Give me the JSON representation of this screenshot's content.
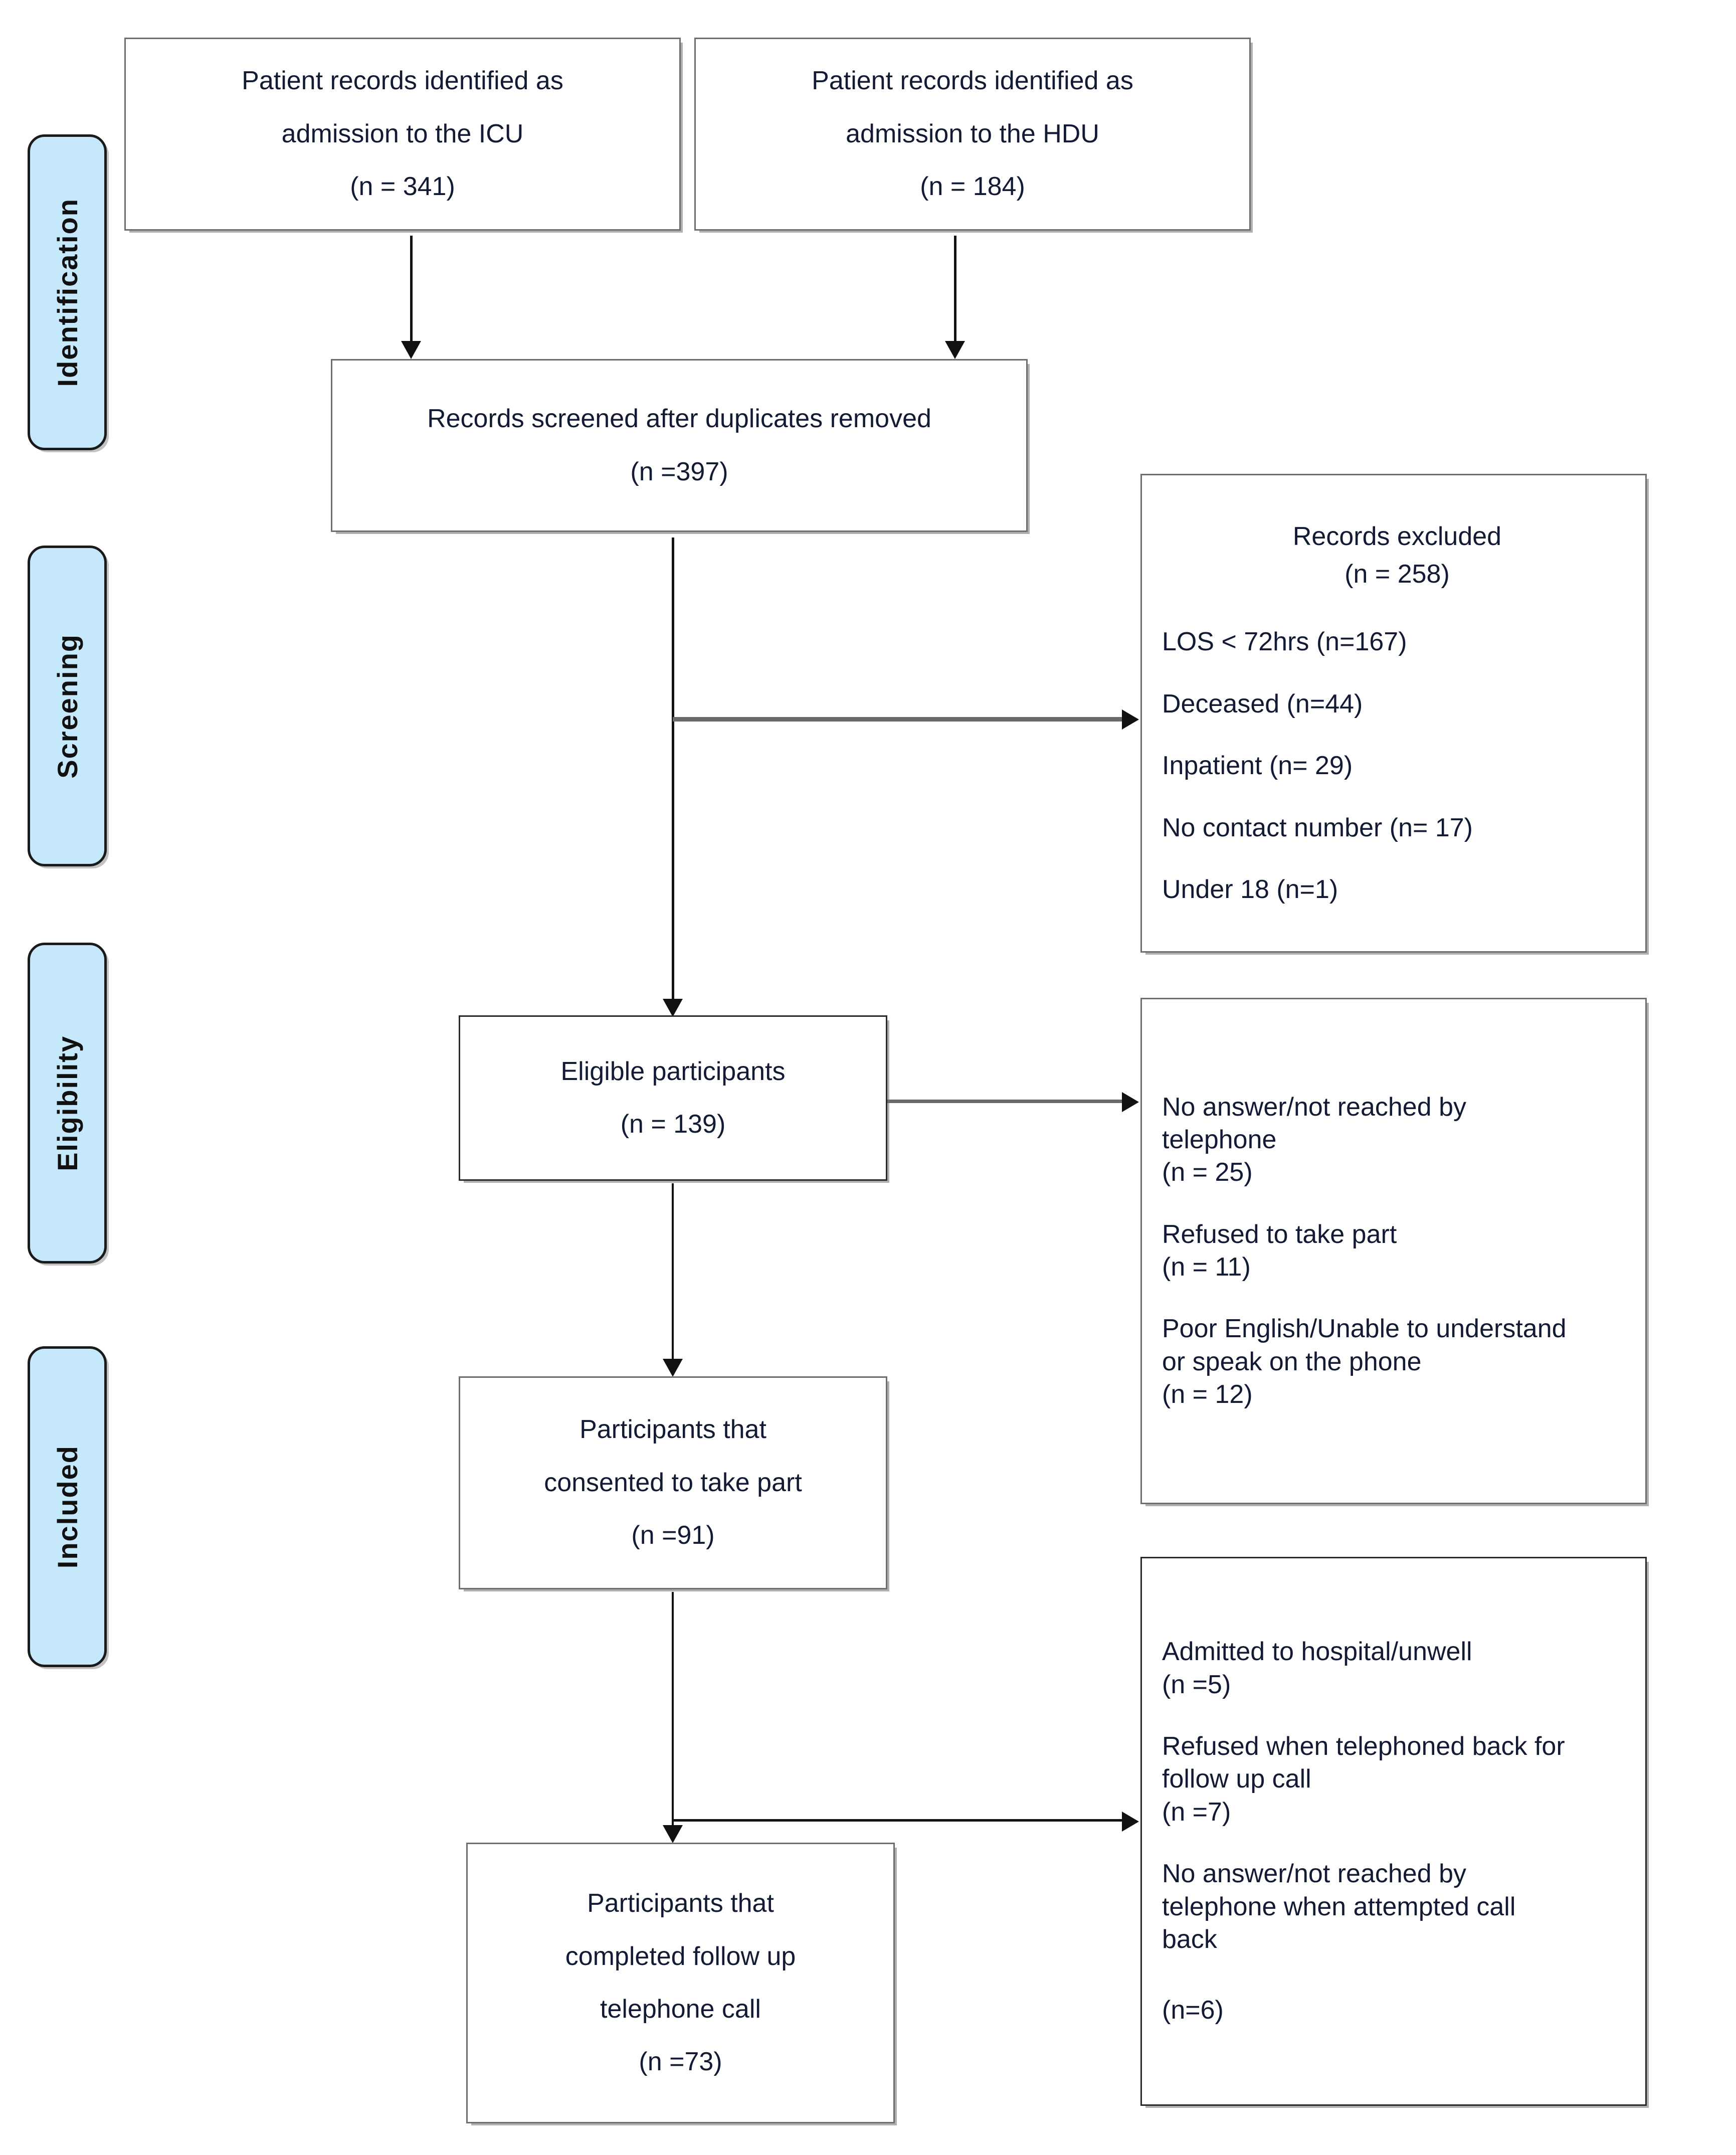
{
  "diagram": {
    "title": "PRISMA participant flow diagram",
    "accent_color": "#c5e8fa",
    "box_border_color": "#6f6f6f",
    "text_color": "#131a33"
  },
  "stages": [
    {
      "label": "Identification"
    },
    {
      "label": "Screening"
    },
    {
      "label": "Eligibility"
    },
    {
      "label": "Included"
    }
  ],
  "boxes": {
    "icu_source": {
      "line1": "Patient records identified as",
      "line2": "admission to the ICU",
      "line3": "(n = 341)"
    },
    "hdu_source": {
      "line1": "Patient records identified as",
      "line2": "admission to the HDU",
      "line3": "(n = 184)"
    },
    "screened": {
      "line1": "Records screened after duplicates removed",
      "line2": "(n =397)"
    },
    "records_excluded": {
      "heading": "Records excluded",
      "heading_count": "(n = 258)",
      "reasons": [
        "LOS < 72hrs (n=167)",
        "Deceased (n=44)",
        "Inpatient (n= 29)",
        "No contact number (n= 17)",
        "Under 18 (n=1)"
      ]
    },
    "eligible": {
      "line1": "Eligible participants",
      "line2": "(n = 139)"
    },
    "eligibility_exclusions": {
      "items": [
        {
          "reason_line1": "No answer/not reached by",
          "reason_line2": "telephone",
          "count": "(n = 25)"
        },
        {
          "reason_line1": "Refused to take part",
          "reason_line2": "",
          "count": "(n = 11)"
        },
        {
          "reason_line1": "Poor English/Unable to understand",
          "reason_line2": "or speak on the phone",
          "count": "(n = 12)"
        }
      ]
    },
    "consented": {
      "line1": "Participants that",
      "line2": "consented to take part",
      "line3": "(n =91)"
    },
    "followup_exclusions": {
      "items": [
        {
          "reason_line1": "Admitted to hospital/unwell",
          "reason_line2": "",
          "count": "(n =5)"
        },
        {
          "reason_line1": "Refused when telephoned back for",
          "reason_line2": "follow up call",
          "count": "(n =7)"
        },
        {
          "reason_line1": "No answer/not reached by",
          "reason_line2": "telephone when attempted call",
          "reason_line3": "back",
          "count": "(n=6)"
        }
      ]
    },
    "completed": {
      "line1": "Participants that",
      "line2": "completed follow up",
      "line3": "telephone call",
      "line4": "(n =73)"
    }
  }
}
